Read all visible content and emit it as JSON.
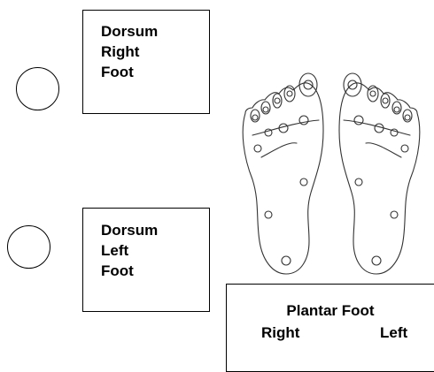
{
  "dorsum_right": {
    "lines": [
      "Dorsum",
      "Right",
      "Foot"
    ]
  },
  "dorsum_left": {
    "lines": [
      "Dorsum",
      "Left",
      "Foot"
    ]
  },
  "plantar": {
    "title": "Plantar Foot",
    "right_label": "Right",
    "left_label": "Left"
  },
  "icons": {
    "radio_right": "radio-circle-icon",
    "radio_left": "radio-circle-icon",
    "feet": "plantar-feet-diagram-icon"
  }
}
